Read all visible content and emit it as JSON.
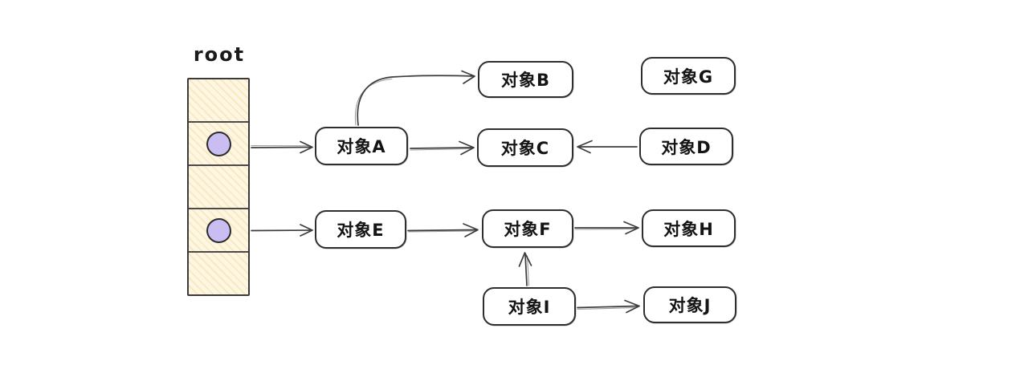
{
  "diagram": {
    "root_stack": {
      "label": "root",
      "cells": [
        {
          "has_pointer": false
        },
        {
          "has_pointer": true,
          "points_to": "对象A"
        },
        {
          "has_pointer": false
        },
        {
          "has_pointer": true,
          "points_to": "对象E"
        },
        {
          "has_pointer": false
        }
      ]
    },
    "nodes": [
      {
        "id": "A",
        "label": "对象A"
      },
      {
        "id": "B",
        "label": "对象B"
      },
      {
        "id": "C",
        "label": "对象C"
      },
      {
        "id": "D",
        "label": "对象D"
      },
      {
        "id": "E",
        "label": "对象E"
      },
      {
        "id": "F",
        "label": "对象F"
      },
      {
        "id": "G",
        "label": "对象G"
      },
      {
        "id": "H",
        "label": "对象H"
      },
      {
        "id": "I",
        "label": "对象I"
      },
      {
        "id": "J",
        "label": "对象J"
      }
    ],
    "edges": [
      {
        "from": "root-cell-2",
        "to": "对象A"
      },
      {
        "from": "对象A",
        "to": "对象B"
      },
      {
        "from": "对象A",
        "to": "对象C"
      },
      {
        "from": "对象D",
        "to": "对象C"
      },
      {
        "from": "root-cell-4",
        "to": "对象E"
      },
      {
        "from": "对象E",
        "to": "对象F"
      },
      {
        "from": "对象F",
        "to": "对象H"
      },
      {
        "from": "对象I",
        "to": "对象F"
      },
      {
        "from": "对象I",
        "to": "对象J"
      }
    ],
    "colors": {
      "background": "#ffffff",
      "stroke": "#3c3c3c",
      "cell_fill": "#fdf6e2",
      "cell_hatch": "#eec55e",
      "pointer_fill": "#cabdf1",
      "node_fill": "#ffffff",
      "text": "#141414"
    }
  }
}
